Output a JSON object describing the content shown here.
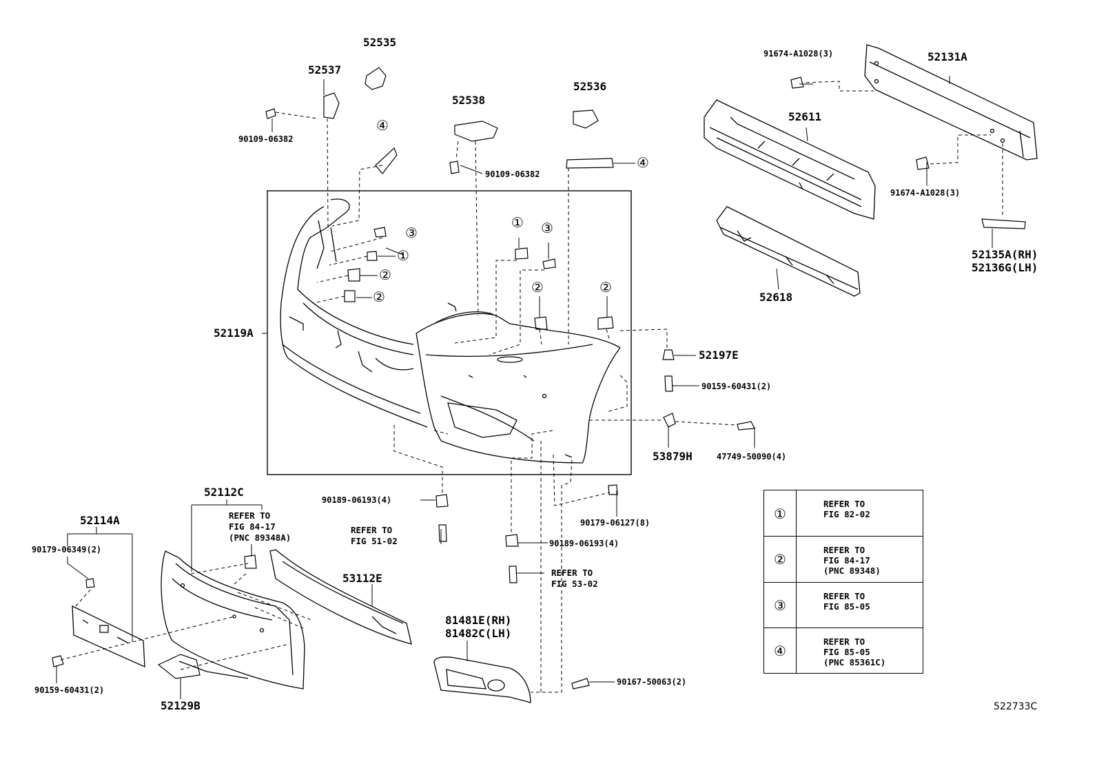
{
  "parts": {
    "p52535": "52535",
    "p52537": "52537",
    "p52538": "52538",
    "p52536": "52536",
    "p52131A": "52131A",
    "p52611": "52611",
    "p52618": "52618",
    "p52135A": "52135A(RH)",
    "p52136G": "52136G(LH)",
    "p52119A": "52119A",
    "p52197E": "52197E",
    "p53879H": "53879H",
    "p52112C": "52112C",
    "p52114A": "52114A",
    "p53112E": "53112E",
    "p81481E": "81481E(RH)",
    "p81482C": "81482C(LH)",
    "p52129B": "52129B"
  },
  "fasteners": {
    "f90109a": "90109-06382",
    "f90109b": "90109-06382",
    "f91674a": "91674-A1028(3)",
    "f91674b": "91674-A1028(3)",
    "f90159a": "90159-60431(2)",
    "f47749": "47749-50090(4)",
    "f90189a": "90189-06193(4)",
    "f90179a": "90179-06127(8)",
    "f90189b": "90189-06193(4)",
    "f90179b": "90179-06349(2)",
    "f90159b": "90159-60431(2)",
    "f90167": "90167-50063(2)"
  },
  "refs": {
    "r1": "REFER TO\nFIG 84-17\n(PNC 89348A)",
    "r2": "REFER TO\nFIG 51-02",
    "r3": "REFER TO\nFIG 53-02"
  },
  "callouts": {
    "c1": "①",
    "c2": "②",
    "c3": "③",
    "c4": "④"
  },
  "legend": [
    {
      "num": "①",
      "text": "REFER TO\nFIG 82-02"
    },
    {
      "num": "②",
      "text": "REFER TO\nFIG 84-17\n(PNC 89348)"
    },
    {
      "num": "③",
      "text": "REFER TO\nFIG 85-05"
    },
    {
      "num": "④",
      "text": "REFER TO\nFIG 85-05\n(PNC 85361C)"
    }
  ],
  "figure_id": "522733C"
}
